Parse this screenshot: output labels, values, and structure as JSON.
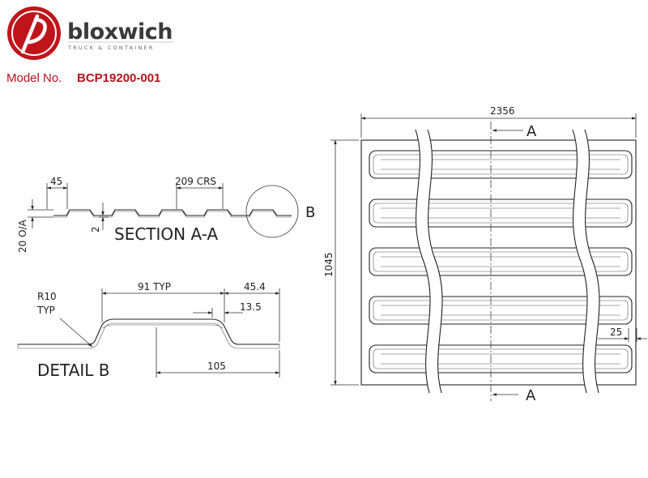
{
  "brand": {
    "name": "bloxwich",
    "tagline": "TRUCK & CONTAINER",
    "logo_letter": "b",
    "color": "#c0141b"
  },
  "model": {
    "label": "Model No.",
    "number": "BCP19200-001"
  },
  "section": {
    "title": "SECTION A-A",
    "dims": {
      "width_top": "45",
      "pitch": "209 CRS",
      "height": "20 O/A",
      "thickness": "2"
    },
    "detail_callout": "B"
  },
  "detail": {
    "title": "DETAIL B",
    "radius": "R10",
    "radius_note": "TYP",
    "top_width": "91 TYP",
    "flank_width": "45.4",
    "offset": "13.5",
    "half_pitch": "105"
  },
  "plan": {
    "overall_width": "2356",
    "overall_height": "1045",
    "edge_margin": "25",
    "section_marker": "A",
    "rib_count": 5
  }
}
